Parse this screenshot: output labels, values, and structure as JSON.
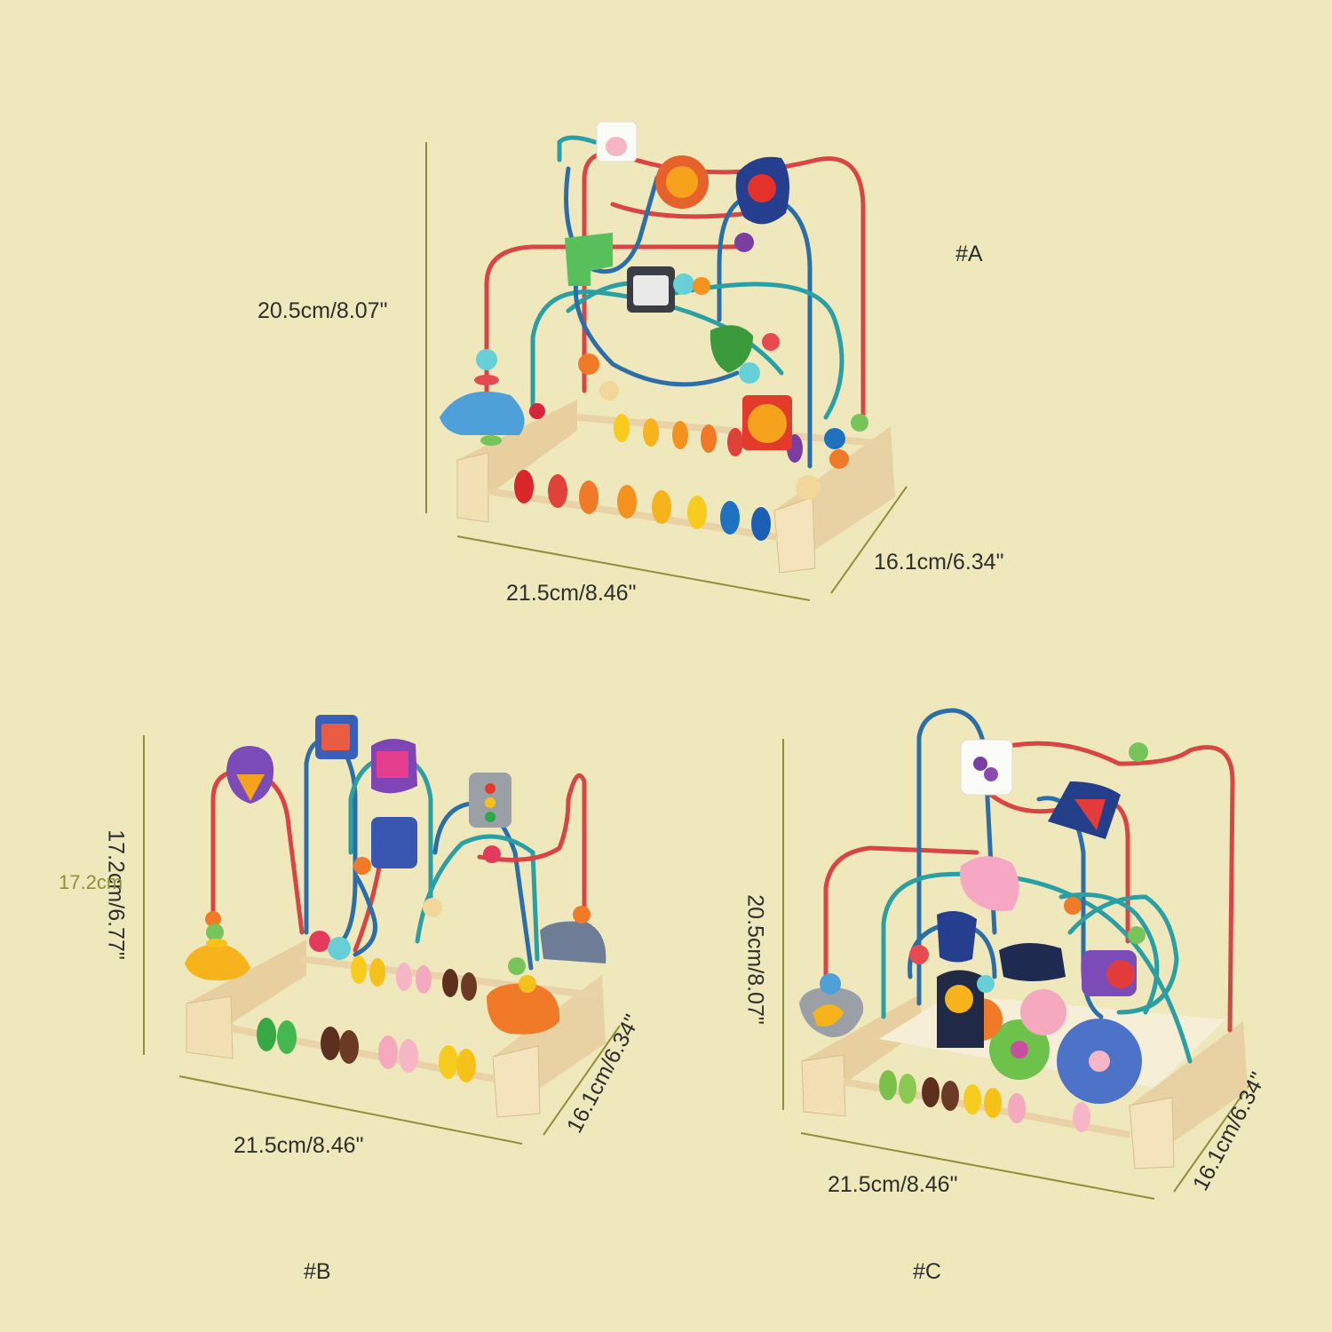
{
  "colors": {
    "background": "#efe8bd",
    "dimension_line": "#8f8f3a",
    "wood": "#f2dfb4",
    "wood_shadow": "#d7bf8c"
  },
  "products": {
    "a": {
      "tag": "#A",
      "height_label": "20.5cm/8.07\"",
      "width_label": "21.5cm/8.46\"",
      "depth_label": "16.1cm/6.34\""
    },
    "b": {
      "tag": "#B",
      "height_label": "17.2cm/6.77\"",
      "height_label_ghost": "17.2cm",
      "width_label": "21.5cm/8.46\"",
      "depth_label": "16.1cm/6.34\""
    },
    "c": {
      "tag": "#C",
      "height_label": "20.5cm/8.07\"",
      "width_label": "21.5cm/8.46\"",
      "depth_label": "16.1cm/6.34\""
    }
  }
}
